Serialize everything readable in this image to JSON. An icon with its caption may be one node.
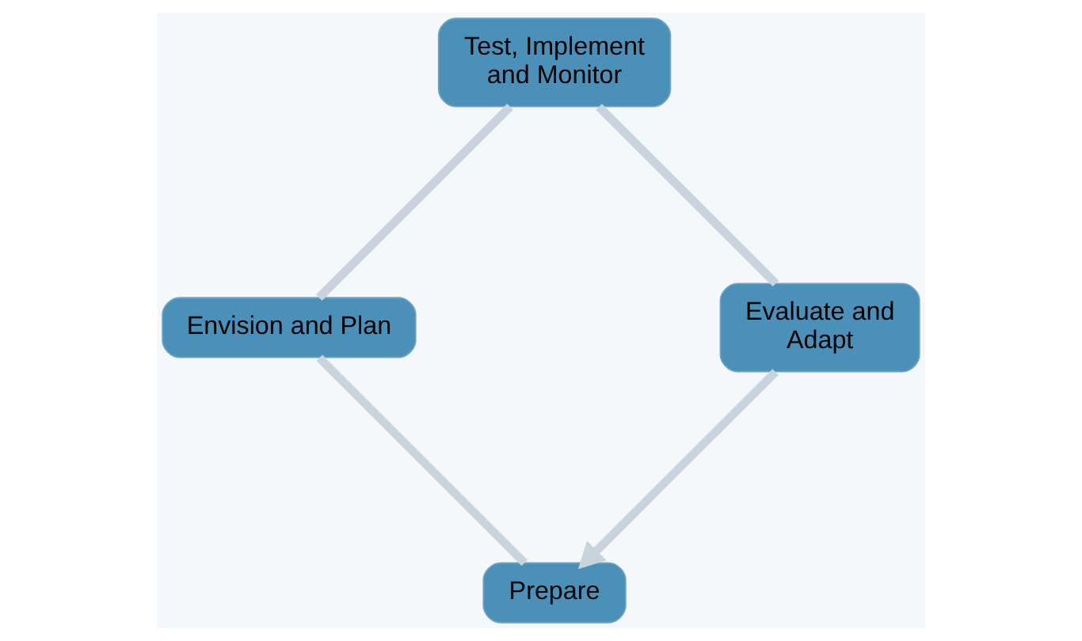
{
  "diagram": {
    "nodes": [
      {
        "text": [
          "Prepare"
        ]
      },
      {
        "text": [
          "Envision and Plan"
        ]
      },
      {
        "text": [
          "Test, Implement and Monitor"
        ]
      },
      {
        "text": [
          "Evaluate and Adapt"
        ]
      }
    ],
    "edges": [
      {
        "from": 0,
        "to": 1,
        "arrow": "none"
      },
      {
        "from": 1,
        "to": 2,
        "arrow": "none"
      },
      {
        "from": 2,
        "to": 3,
        "arrow": "none"
      },
      {
        "from": 3,
        "to": 0,
        "arrow": "to"
      }
    ]
  }
}
